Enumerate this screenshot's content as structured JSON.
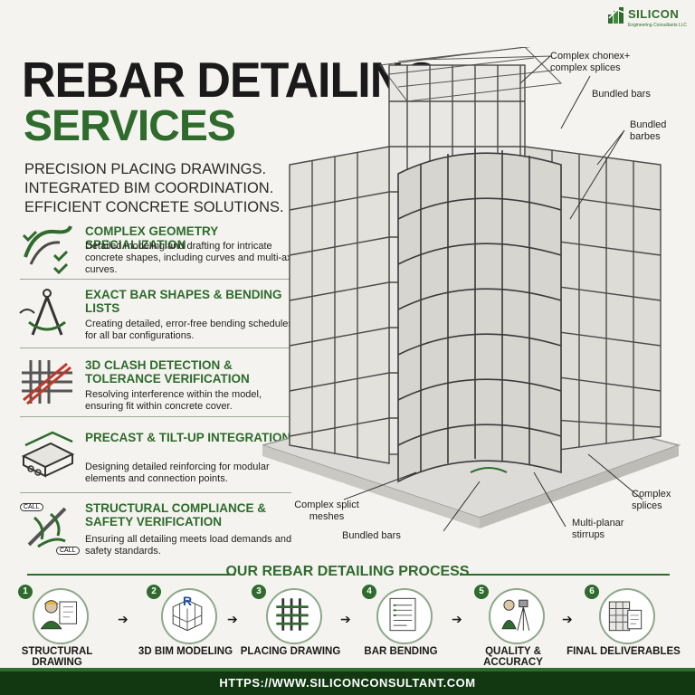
{
  "brand": {
    "name": "SILICON",
    "subtitle": "Engineering Consultants LLC",
    "color": "#2e6b2c"
  },
  "title": {
    "line1": "REBAR DETAILING",
    "line2": "SERVICES"
  },
  "tagline": [
    "PRECISION PLACING DRAWINGS.",
    "INTEGRATED BIM COORDINATION.",
    "EFFICIENT CONCRETE SOLUTIONS."
  ],
  "features": [
    {
      "icon": "curves-check-icon",
      "title": "COMPLEX GEOMETRY SPECIALIZATION",
      "desc": "Detailed modeling and drafting for intricate concrete shapes, including curves and multi-axis curves."
    },
    {
      "icon": "compass-icon",
      "title": "EXACT BAR SHAPES & BENDING LISTS",
      "desc": "Creating detailed, error-free bending schedules for all bar configurations."
    },
    {
      "icon": "clash-icon",
      "title": "3D CLASH DETECTION & TOLERANCE VERIFICATION",
      "desc": "Resolving interference within the model, ensuring fit within concrete cover."
    },
    {
      "icon": "precast-icon",
      "title": "PRECAST & TILT-UP INTEGRATION",
      "desc": "Designing detailed reinforcing for modular elements and connection points."
    },
    {
      "icon": "chain-call-icon",
      "title": "STRUCTURAL COMPLIANCE & SAFETY VERIFICATION",
      "desc": "Ensuring all detailing meets load demands and safety standards.",
      "badge": "CALL"
    }
  ],
  "callouts": {
    "top": "Complex chonex+ complex splices",
    "bundled1": "Bundled bars",
    "bundled2": "Bundled barbes",
    "splict": "Complex splict meshes",
    "bundled3": "Bundled bars",
    "splices": "Complex splices",
    "stirrups": "Multi-planar stirrups"
  },
  "process": {
    "title": "OUR REBAR DETAILING PROCESS",
    "steps": [
      {
        "num": "1",
        "label": "STRUCTURAL DRAWING",
        "icon": "engineer-drawing-icon"
      },
      {
        "num": "2",
        "label": "3D BIM MODELING",
        "icon": "revit-grid-icon",
        "glyph": "R"
      },
      {
        "num": "3",
        "label": "PLACING DRAWING",
        "icon": "rebar-grid-icon"
      },
      {
        "num": "4",
        "label": "BAR BENDING",
        "icon": "schedule-list-icon"
      },
      {
        "num": "5",
        "label": "QUALITY & ACCURACY",
        "icon": "surveyor-icon"
      },
      {
        "num": "6",
        "label": "FINAL DELIVERABLES",
        "icon": "building-document-icon"
      }
    ]
  },
  "footer": {
    "url": "HTTPS://WWW.SILICONCONSULTANT.COM"
  }
}
